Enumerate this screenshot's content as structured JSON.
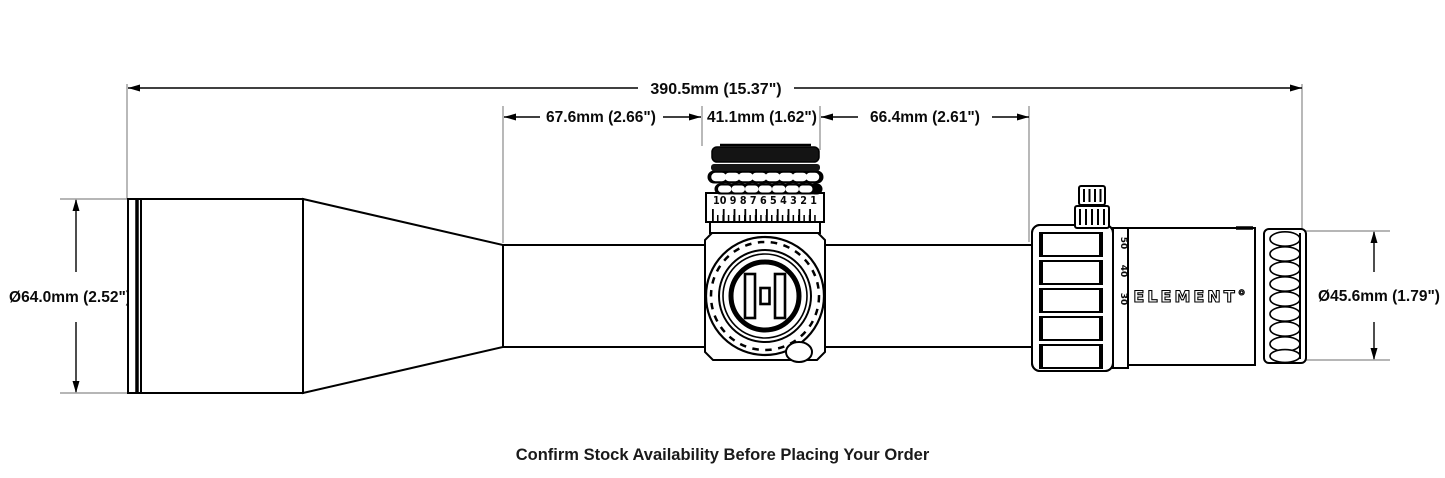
{
  "diagram": {
    "dimensions": {
      "overall_length": "390.5mm (15.37\")",
      "objective_to_turret": "67.6mm (2.66\")",
      "turret_width": "41.1mm (1.62\")",
      "turret_to_zoom_ring": "66.4mm (2.61\")",
      "objective_diameter": "Ø64.0mm (2.52\")",
      "eyepiece_diameter": "Ø45.6mm (1.79\")"
    },
    "scope": {
      "brand": "ELEMENT°",
      "turret_scale": "10 9 8 7 6 5 4 3 2 1",
      "mag_marks": [
        "50",
        "40",
        "30"
      ]
    },
    "colors": {
      "line": "#000000",
      "extension_line": "#8a8a8a",
      "background": "#ffffff"
    }
  },
  "caption": "Confirm Stock Availability Before Placing Your Order"
}
